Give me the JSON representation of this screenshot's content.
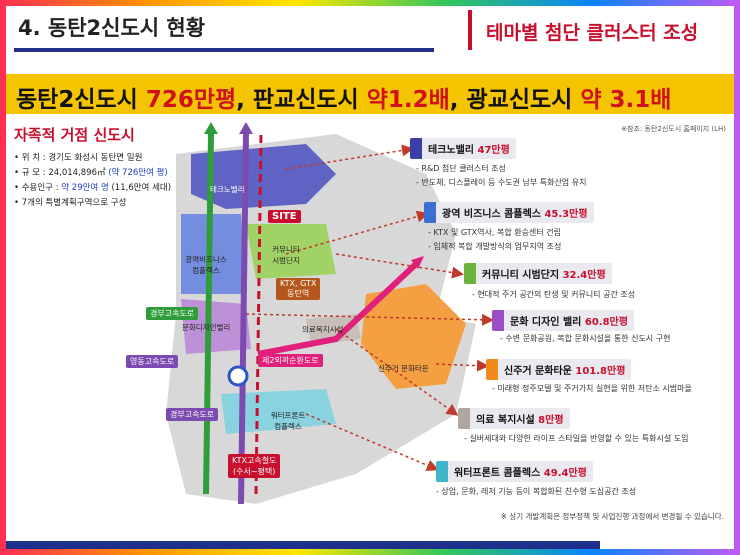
{
  "header": {
    "title": "4. 동탄2신도시 현황",
    "theme": "테마별 첨단 클러스터 조성"
  },
  "banner": {
    "part1": "동탄2신도시 ",
    "part2": "726만평",
    "part3": ", 판교신도시 ",
    "part4": "약1.2배",
    "part5": ", 광교신도시 ",
    "part6": "약 3.1배"
  },
  "source_note": "※참조: 동탄2신도시 홈페이지 (LH)",
  "info": {
    "title": "자족적 거점 신도시",
    "location": "• 위 치 : 경기도 화성시 동탄면 일원",
    "scale_a": "• 규 모 : 24,014,896㎡ ",
    "scale_b": "(약 726만여 평)",
    "pop_a": "• 수용인구 : ",
    "pop_b": "약 29만여 명",
    "pop_c": " (11,6만여 세대)",
    "districts": "• 7개의 특별계획구역으로 구성"
  },
  "map_labels": {
    "techno": "테크노밸리",
    "site": "SITE",
    "biz": "광역비즈니스\n컴플렉스",
    "community": "커뮤니티\n시범단지",
    "ktx": "KTX, GTX\n동탄역",
    "gyeongbu": "경부고속도로",
    "design": "문화디자인밸리",
    "medical": "의료복지시설",
    "yeongdong": "영동고속도로",
    "ring": "제2외곽순환도로",
    "newhouse": "신주거 문화타운",
    "gyeongbu2": "경부고속도로",
    "waterfront": "워터프론트\n컴플렉스",
    "ktx_rail": "KTX고속철도\n(수서~평택)"
  },
  "zones": [
    {
      "name": "테크노밸리 47만평",
      "color": "#3b3fa8",
      "desc": [
        "- R&D 첨단 클러스터 조성",
        "- 반도체, 디스플레이 등 수도권 남부 특화산업 유치"
      ]
    },
    {
      "name": "광역 비즈니스 콤플렉스 45.3만평",
      "color": "#3b6fd4",
      "desc": [
        "- KTX 및 GTX역사, 복합 환승센터 건립",
        "- 입체적 복합 개발방식의 업무지역 조성"
      ]
    },
    {
      "name": "커뮤니티 시범단지 32.4만평",
      "color": "#6cb33e",
      "desc": [
        "- 현대적 주거 공간의 탄생 및 커뮤니티 공간 조성"
      ]
    },
    {
      "name": "문화 디자인 밸리 60.8만평",
      "color": "#9b4fc7",
      "desc": [
        "- 수변 문화공원, 복합 문화시설을 통한 신도시 구현"
      ]
    },
    {
      "name": "신주거 문화타운 101.8만평",
      "color": "#f08a1c",
      "desc": [
        "- 미래형 정주모델 및 주거가치 실현을 위한 저탄소 시범마을"
      ]
    },
    {
      "name": "의료 복지시설 8만평",
      "color": "#b0a8a0",
      "desc": [
        "- 실버세대와 다양한 라이프 스타일을 반영할 수 있는 특화시설 도입"
      ]
    },
    {
      "name": "워터프론트 콤플렉스 49.4만평",
      "color": "#3fb6c9",
      "desc": [
        "- 상업, 문화, 레저 기능 등이 복합화된 친수형 도심공간 조성"
      ]
    }
  ],
  "footnote": "※ 상기 개발계획은 정부정책 및 사업진행 과정에서 변경될 수 있습니다.",
  "colors": {
    "accent_red": "#c8102e",
    "banner_yellow": "#f5c400",
    "navy": "#1f2f8c"
  }
}
